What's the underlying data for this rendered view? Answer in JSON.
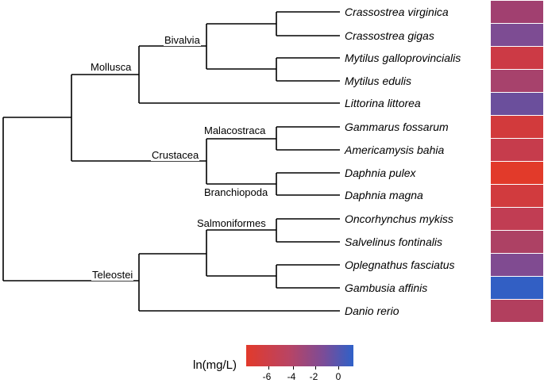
{
  "clades": {
    "mollusca": "Mollusca",
    "bivalvia": "Bivalvia",
    "crustacea": "Crustacea",
    "malacostraca": "Malacostraca",
    "branchiopoda": "Branchiopoda",
    "salmoniformes": "Salmoniformes",
    "teleostei": "Teleostei"
  },
  "species": [
    {
      "name": "Crassostrea virginica",
      "color": "#a14070"
    },
    {
      "name": "Crassostrea gigas",
      "color": "#7d4c93"
    },
    {
      "name": "Mytilus galloprovincialis",
      "color": "#cc3a45"
    },
    {
      "name": "Mytilus edulis",
      "color": "#a7426c"
    },
    {
      "name": "Littorina littorea",
      "color": "#6b4f9c"
    },
    {
      "name": "Gammarus fossarum",
      "color": "#d23a3c"
    },
    {
      "name": "Americamysis bahia",
      "color": "#c63c4c"
    },
    {
      "name": "Daphnia pulex",
      "color": "#e23a2a"
    },
    {
      "name": "Daphnia magna",
      "color": "#d13b3e"
    },
    {
      "name": "Oncorhynchus mykiss",
      "color": "#c13d53"
    },
    {
      "name": "Salvelinus fontinalis",
      "color": "#ad4164"
    },
    {
      "name": "Oplegnathus fasciatus",
      "color": "#804b91"
    },
    {
      "name": "Gambusia affinis",
      "color": "#325fc4"
    },
    {
      "name": "Danio rerio",
      "color": "#b23f5e"
    }
  ],
  "legend": {
    "title": "ln(mg/L)",
    "ticks": [
      "-6",
      "-4",
      "-2",
      "0"
    ]
  }
}
